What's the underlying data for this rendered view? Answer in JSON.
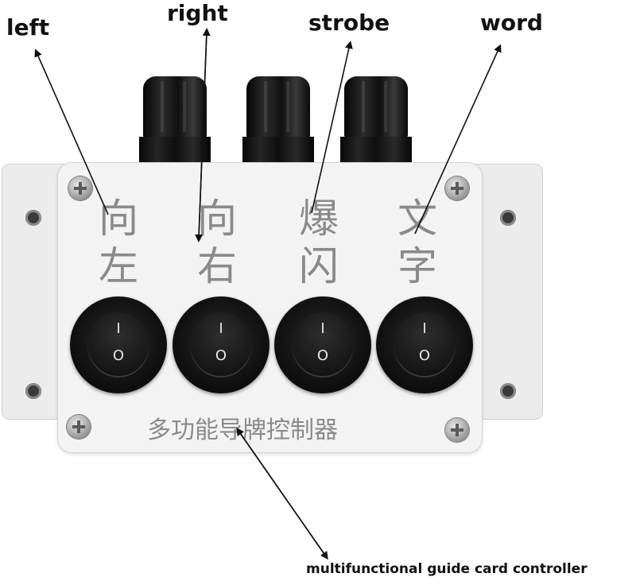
{
  "callouts": {
    "left": "left",
    "right": "right",
    "strobe": "strobe",
    "word": "word",
    "product": "multifunctional guide card controller"
  },
  "panel": {
    "switch_labels": [
      {
        "top": "向",
        "bottom": "左"
      },
      {
        "top": "向",
        "bottom": "右"
      },
      {
        "top": "爆",
        "bottom": "闪"
      },
      {
        "top": "文",
        "bottom": "字"
      }
    ],
    "switch_marks": {
      "on": "I",
      "off": "O"
    },
    "caption": "多功能导牌控制器"
  },
  "colors": {
    "enclosure": "#f3f3f3",
    "printed_text": "#8a8a8a",
    "switch": "#111111",
    "arrow": "#111111"
  }
}
